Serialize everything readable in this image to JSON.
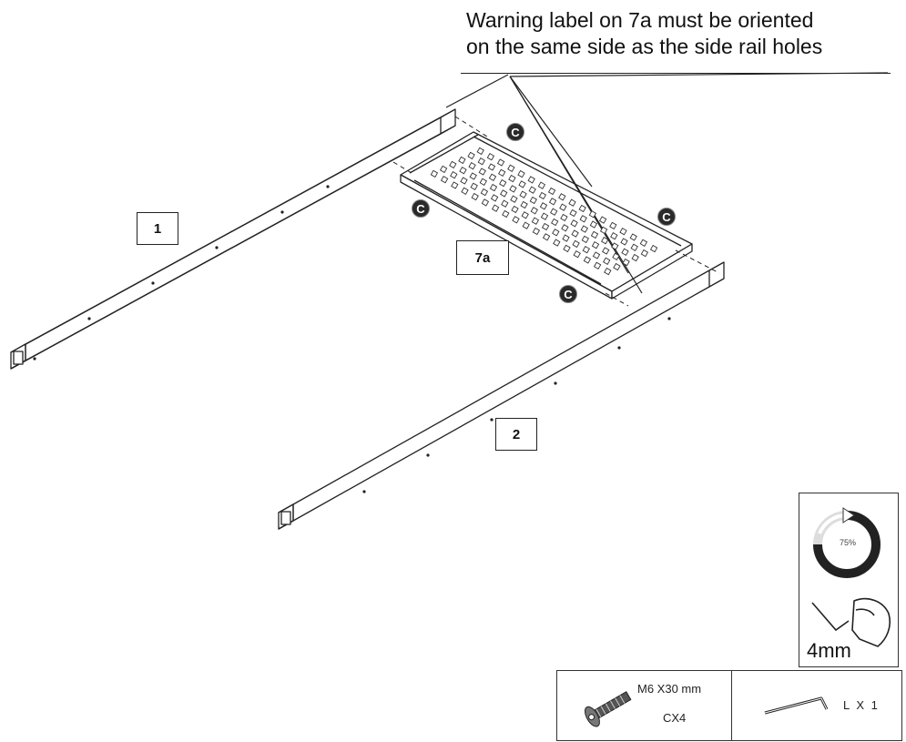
{
  "note": {
    "line1": "Warning label on 7a must be oriented",
    "line2": "on the same side as the side rail holes"
  },
  "parts": {
    "rail_1": "1",
    "rail_2": "2",
    "shelf": "7a"
  },
  "callout_letter": "C",
  "tool_panel": {
    "torque_pct": "75%",
    "torque_fraction": 0.75,
    "tool_size": "4mm",
    "icons": [
      "torque-ring-icon",
      "allen-key-hand-icon"
    ]
  },
  "hardware": {
    "bolt_spec": "M6 X30 mm",
    "bolt_qty": "CX4",
    "key_qty": "L X 1",
    "icons": [
      "bolt-icon",
      "allen-key-icon"
    ]
  }
}
